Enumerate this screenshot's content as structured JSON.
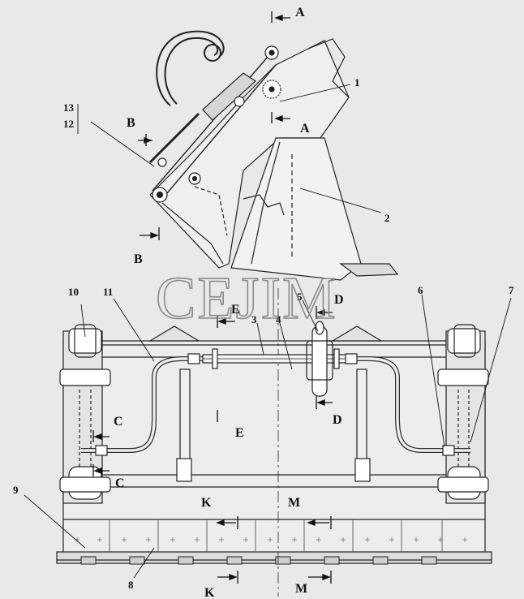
{
  "watermark": "CEJIM",
  "callouts": [
    "1",
    "2",
    "3",
    "4",
    "5",
    "6",
    "7",
    "8",
    "9",
    "10",
    "11",
    "12",
    "13"
  ],
  "sections": {
    "A": "A",
    "B": "B",
    "C": "C",
    "D": "D",
    "E": "E",
    "K": "K",
    "M": "M"
  }
}
